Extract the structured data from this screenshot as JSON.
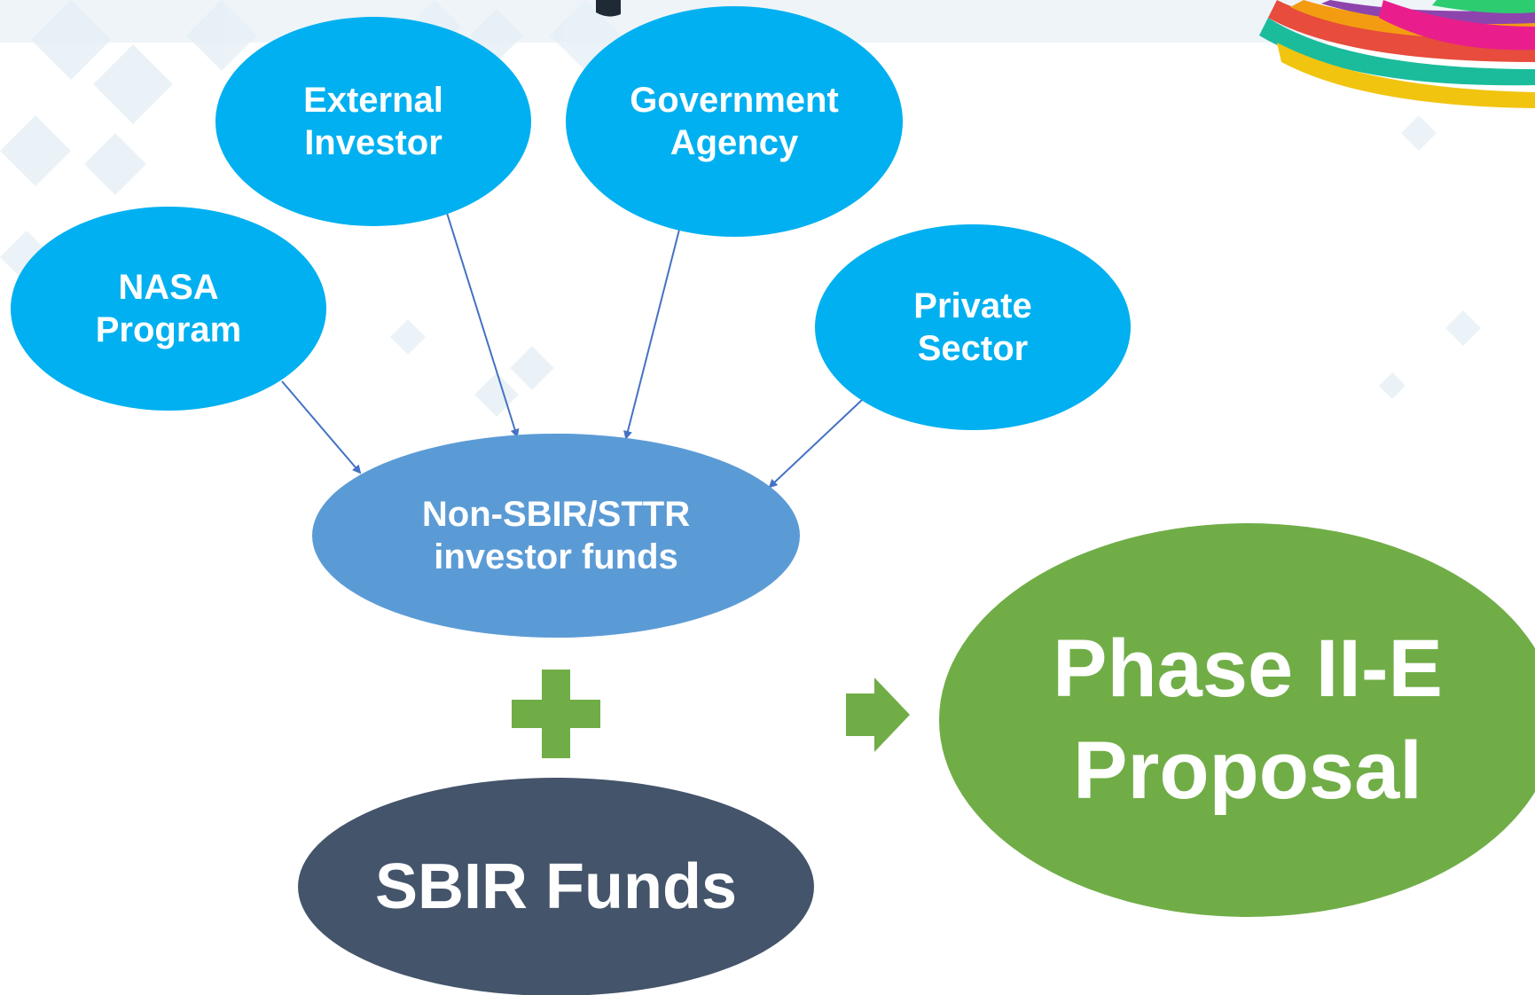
{
  "diagram": {
    "sources": [
      {
        "id": "nasa",
        "label": "NASA\nProgram"
      },
      {
        "id": "external",
        "label": "External\nInvestor"
      },
      {
        "id": "government",
        "label": "Government\nAgency"
      },
      {
        "id": "private",
        "label": "Private\nSector"
      }
    ],
    "hub": {
      "label": "Non-SBIR/STTR\ninvestor funds"
    },
    "sbir": {
      "label": "SBIR Funds"
    },
    "result": {
      "label": "Phase II-E\nProposal"
    },
    "colors": {
      "source": "#00B0F0",
      "hub": "#5B9BD5",
      "sbir": "#44546A",
      "result": "#70AD47",
      "operator": "#70AD47",
      "arrow": "#4472C4"
    }
  }
}
